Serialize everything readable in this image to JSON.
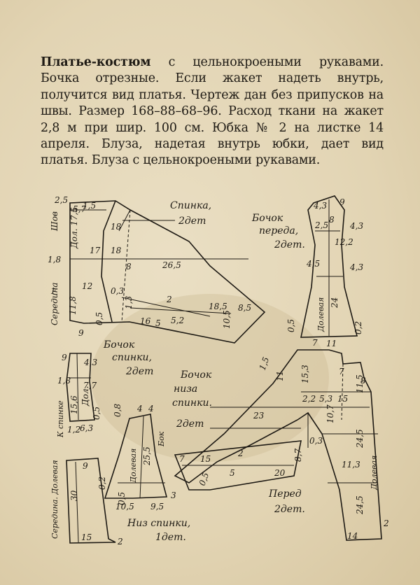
{
  "description": {
    "lead": "Платье-костюм",
    "body": " с цельнокроеными рукавами. Бочка отрезные. Если жакет надеть внутрь, получится вид платья. Чертеж дан без припусков на швы. Размер 168–88–68–96. Расход ткани на жакет 2,8 м при шир. 100 см. Юбка № 2 на листке 14 апреля. Блуза, надетая внутрь юбки, дает вид платья. Блуза с цельнокроеными рукавами."
  },
  "pieces": {
    "back": {
      "title": "Спинка,",
      "count": "2дет"
    },
    "front_side": {
      "title": "Бочок",
      "title2": "переда,",
      "count": "2дет."
    },
    "back_side": {
      "title": "Бочок",
      "title2": "спинки,",
      "count": "2дет"
    },
    "back_lower_side": {
      "title": "Бочок",
      "title2": "низа",
      "title3": "спинки.",
      "count": "2дет"
    },
    "front": {
      "title": "Перед",
      "count": "2дет."
    },
    "back_lower": {
      "title": "Низ спинки,",
      "count": "1дет."
    }
  },
  "marks": {
    "grain": "Долевая",
    "center": "Середина",
    "seam": "Шов",
    "side": "Бок",
    "to_back": "К спинке",
    "center_grain": "Середина. Долевая"
  },
  "dimensions": {
    "back": [
      "2,5",
      "5,7",
      "1,5",
      "Дол. 17,5",
      "18",
      "1,8",
      "17",
      "18",
      "8",
      "26,5",
      "1",
      "12",
      "0,3",
      "1,3",
      "2",
      "18,5",
      "8,5",
      "11,8",
      "0,5",
      "16",
      "5,2",
      "10,5",
      "9",
      "5"
    ],
    "front_side": [
      "4,3",
      "9",
      "2,5",
      "8",
      "4,3",
      "12,2",
      "4,5",
      "4,3",
      "24",
      "0,5",
      "0,2",
      "11",
      "7"
    ],
    "back_side": [
      "9",
      "4,3",
      "1,8",
      "7,7",
      "15,6",
      "Дол.",
      "0,5",
      "1,2",
      "6,3"
    ],
    "back_lower_side": [
      "0,8",
      "4",
      "4",
      "25,5",
      "0,5",
      "10,5",
      "9,5",
      "3"
    ],
    "front": [
      "1,5",
      "11",
      "15,3",
      "7",
      "8",
      "11,5",
      "2,2",
      "5,3",
      "15",
      "23",
      "10,7",
      "24,5",
      "11,3",
      "0,3",
      "8,7",
      "20",
      "24,5",
      "14",
      "2"
    ],
    "back_lower": [
      "9",
      "30",
      "15",
      "0,2",
      "2"
    ],
    "mid": [
      "7",
      "15",
      "2",
      "5",
      "0,5"
    ]
  }
}
